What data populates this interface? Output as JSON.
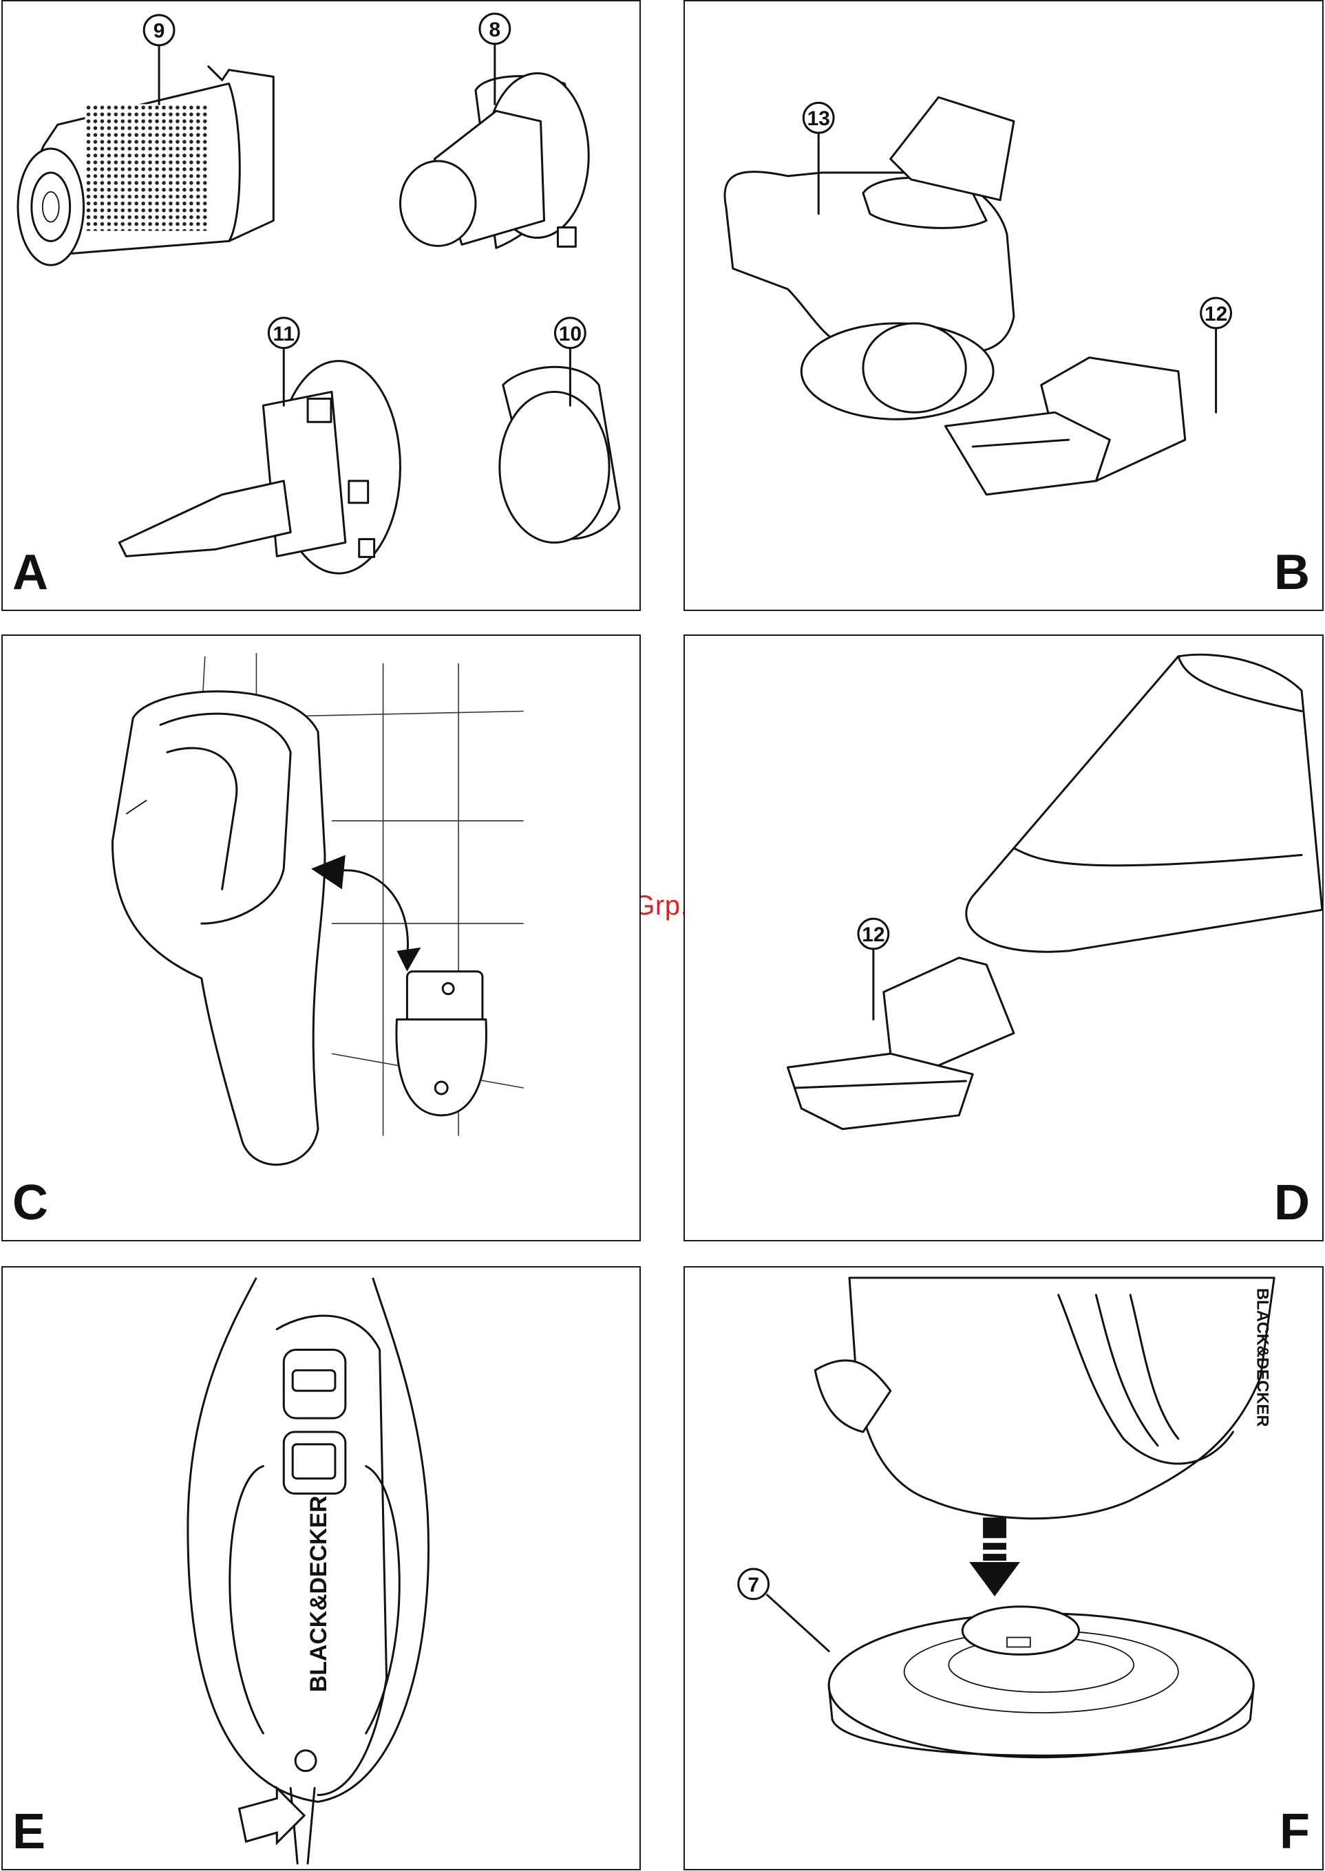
{
  "watermark": "McGrp.Ru",
  "panels": [
    {
      "letter": "A",
      "callouts": [
        "9",
        "8",
        "11",
        "10"
      ]
    },
    {
      "letter": "B",
      "callouts": [
        "13",
        "12"
      ]
    },
    {
      "letter": "C",
      "callouts": []
    },
    {
      "letter": "D",
      "callouts": [
        "12"
      ]
    },
    {
      "letter": "E",
      "callouts": [],
      "brand": "BLACK&DECKER"
    },
    {
      "letter": "F",
      "callouts": [
        "7"
      ],
      "brand": "BLACK&DECKER"
    }
  ]
}
